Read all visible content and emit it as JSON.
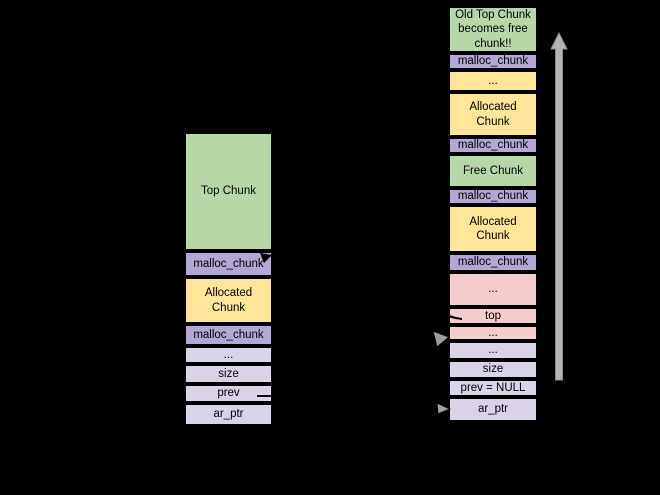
{
  "colors": {
    "background": "#000000",
    "green": "#b6d7a8",
    "purple": "#b4a7d6",
    "yellow": "#ffe599",
    "lavender": "#d9d2e9",
    "pink": "#f4cccc",
    "arrow-gray": "#b5b5b5",
    "border": "#000000"
  },
  "left_stack": {
    "rows": [
      {
        "label": "Top Chunk"
      },
      {
        "label": "malloc_chunk"
      },
      {
        "label": "Allocated Chunk"
      },
      {
        "label": "malloc_chunk"
      },
      {
        "label": "..."
      },
      {
        "label": "size"
      },
      {
        "label": "prev"
      },
      {
        "label": "ar_ptr"
      }
    ]
  },
  "right_stack": {
    "rows": [
      {
        "label": "Old Top Chunk becomes free chunk!!"
      },
      {
        "label": "malloc_chunk"
      },
      {
        "label": "..."
      },
      {
        "label": "Allocated Chunk"
      },
      {
        "label": "malloc_chunk"
      },
      {
        "label": "Free Chunk"
      },
      {
        "label": "malloc_chunk"
      },
      {
        "label": "Allocated Chunk"
      },
      {
        "label": "malloc_chunk"
      },
      {
        "label": "..."
      },
      {
        "label": "top"
      },
      {
        "label": "..."
      },
      {
        "label": "..."
      },
      {
        "label": "size"
      },
      {
        "label": "prev = NULL"
      },
      {
        "label": "ar_ptr"
      }
    ]
  },
  "icons": {
    "grow_arrow": "upward-gray-arrow",
    "curved_arrow": "curved-pointer-arrow",
    "prev_connector": "prev-pointer-line",
    "top_connector": "top-pointer-line",
    "malloc_chunk_pointer": "arrowhead-into-malloc-chunk"
  }
}
